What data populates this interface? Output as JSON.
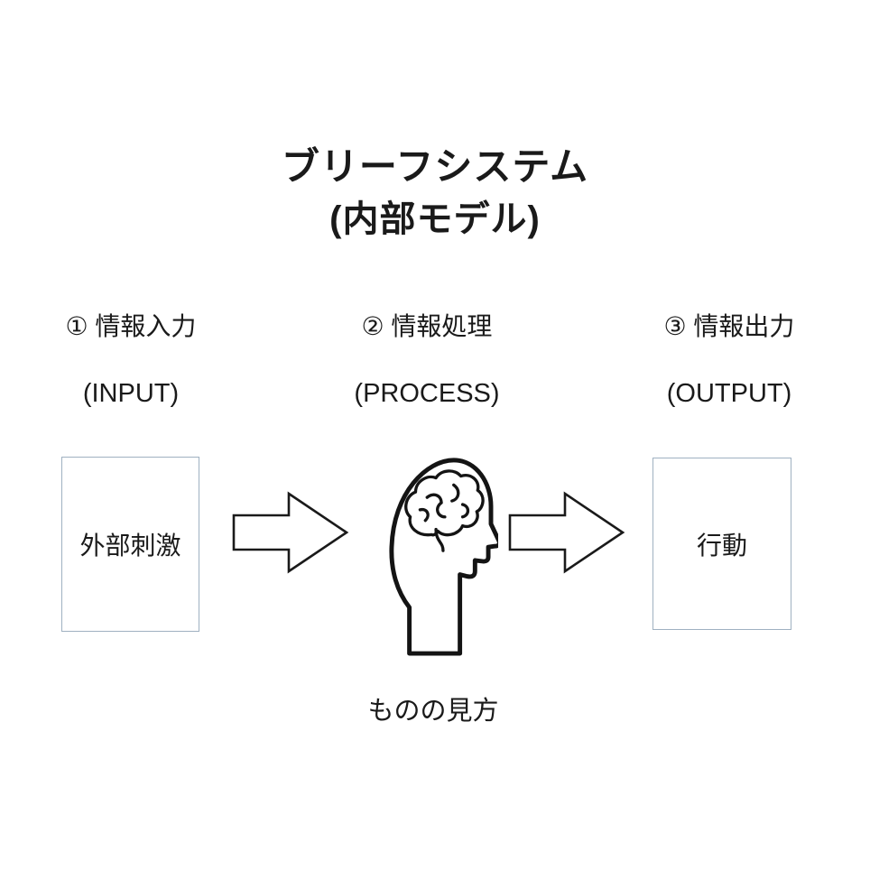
{
  "title": {
    "line1": "ブリーフシステム",
    "line2": "(内部モデル)"
  },
  "stages": [
    {
      "label": "① 情報入力",
      "sublabel": "(INPUT)",
      "node": "外部刺激"
    },
    {
      "label": "② 情報処理",
      "sublabel": "(PROCESS)",
      "node": "ものの見方",
      "icon": "head-with-brain-icon"
    },
    {
      "label": "③ 情報出力",
      "sublabel": "(OUTPUT)",
      "node": "行動"
    }
  ],
  "colors": {
    "background": "#ffffff",
    "text": "#1a1a1a",
    "box_border": "#9fb1c1",
    "arrow_outline": "#1a1a1a",
    "icon_stroke": "#141414"
  }
}
